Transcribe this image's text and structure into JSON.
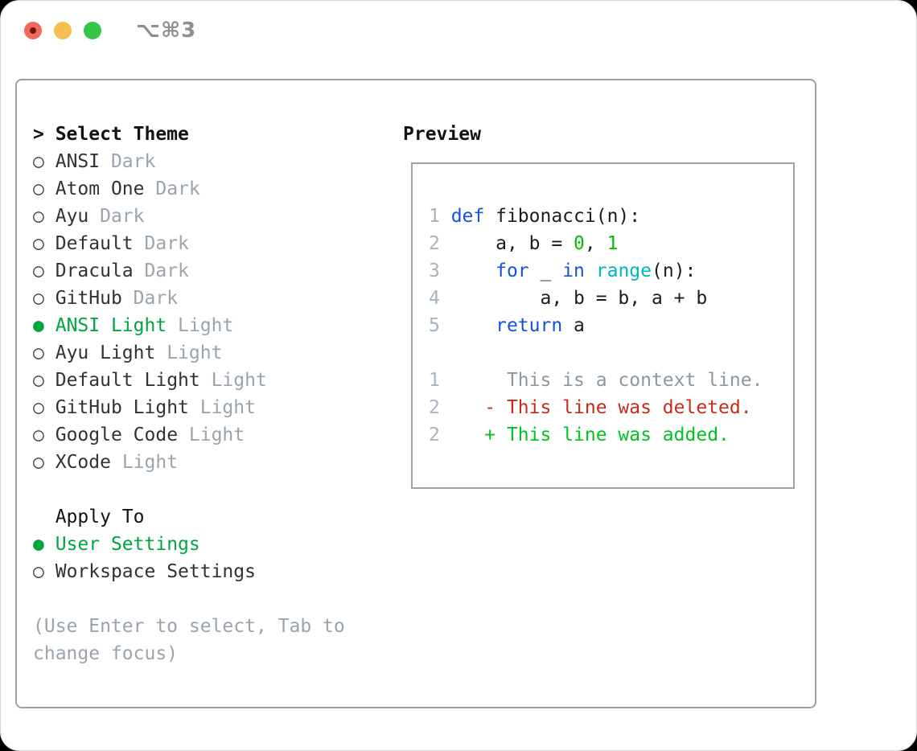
{
  "window": {
    "title": "⌥⌘3",
    "traffic_lights": [
      {
        "name": "close",
        "color": "#ee6a5e",
        "inner_dot": "#7e150d"
      },
      {
        "name": "minimize",
        "color": "#f5bf4f",
        "inner_dot": null
      },
      {
        "name": "zoom",
        "color": "#35c649",
        "inner_dot": null
      }
    ]
  },
  "theme_panel": {
    "header_prefix": ">",
    "header": "Select Theme",
    "radio_unselected_glyph": "○",
    "radio_selected_glyph": "●",
    "themes": [
      {
        "name": "ANSI",
        "variant": "Dark",
        "selected": false
      },
      {
        "name": "Atom One",
        "variant": "Dark",
        "selected": false
      },
      {
        "name": "Ayu",
        "variant": "Dark",
        "selected": false
      },
      {
        "name": "Default",
        "variant": "Dark",
        "selected": false
      },
      {
        "name": "Dracula",
        "variant": "Dark",
        "selected": false
      },
      {
        "name": "GitHub",
        "variant": "Dark",
        "selected": false
      },
      {
        "name": "ANSI Light",
        "variant": "Light",
        "selected": true
      },
      {
        "name": "Ayu Light",
        "variant": "Light",
        "selected": false
      },
      {
        "name": "Default Light",
        "variant": "Light",
        "selected": false
      },
      {
        "name": "GitHub Light",
        "variant": "Light",
        "selected": false
      },
      {
        "name": "Google Code",
        "variant": "Light",
        "selected": false
      },
      {
        "name": "XCode",
        "variant": "Light",
        "selected": false
      }
    ],
    "apply_to": {
      "header": "Apply To",
      "options": [
        {
          "name": "User Settings",
          "selected": true
        },
        {
          "name": "Workspace Settings",
          "selected": false
        }
      ]
    },
    "hint_lines": [
      "(Use Enter to select, Tab to",
      "change focus)"
    ]
  },
  "preview": {
    "header": "Preview",
    "lines": [
      {
        "num": "1",
        "segments": [
          {
            "t": "def",
            "c": "keyword"
          },
          {
            "t": " fibonacci(n):",
            "c": "plain"
          }
        ]
      },
      {
        "num": "2",
        "segments": [
          {
            "t": "    a, b = ",
            "c": "plain"
          },
          {
            "t": "0",
            "c": "number"
          },
          {
            "t": ", ",
            "c": "plain"
          },
          {
            "t": "1",
            "c": "number"
          }
        ]
      },
      {
        "num": "3",
        "segments": [
          {
            "t": "    ",
            "c": "plain"
          },
          {
            "t": "for",
            "c": "keyword"
          },
          {
            "t": " _ ",
            "c": "plain"
          },
          {
            "t": "in",
            "c": "keyword"
          },
          {
            "t": " ",
            "c": "plain"
          },
          {
            "t": "range",
            "c": "builtin"
          },
          {
            "t": "(n):",
            "c": "plain"
          }
        ]
      },
      {
        "num": "4",
        "segments": [
          {
            "t": "        a, b = b, a + b",
            "c": "plain"
          }
        ]
      },
      {
        "num": "5",
        "segments": [
          {
            "t": "    ",
            "c": "plain"
          },
          {
            "t": "return",
            "c": "keyword"
          },
          {
            "t": " a",
            "c": "plain"
          }
        ]
      },
      {
        "num": "",
        "segments": []
      },
      {
        "num": "1",
        "segments": [
          {
            "t": "     This is a context line.",
            "c": "context"
          }
        ]
      },
      {
        "num": "2",
        "segments": [
          {
            "t": "   ",
            "c": "plain"
          },
          {
            "t": "- This line was deleted.",
            "c": "deleted"
          }
        ]
      },
      {
        "num": "2",
        "segments": [
          {
            "t": "   ",
            "c": "plain"
          },
          {
            "t": "+ This line was added.",
            "c": "added"
          }
        ]
      }
    ]
  },
  "colors": {
    "header_text": "#111215",
    "item_text": "#303236",
    "variant_text": "#9aa3ae",
    "hint_text": "#9aa3ae",
    "selected_green": "#00a443",
    "radio_ring": "#3c3e42",
    "panel_border": "#9aa1a9",
    "linenum": "#a9b3c0",
    "keyword": "#1751d8",
    "plain": "#1c1d1f",
    "number": "#00bd00",
    "builtin": "#00b6c2",
    "context": "#8e969f",
    "deleted": "#c42d1b",
    "added": "#00c226"
  }
}
